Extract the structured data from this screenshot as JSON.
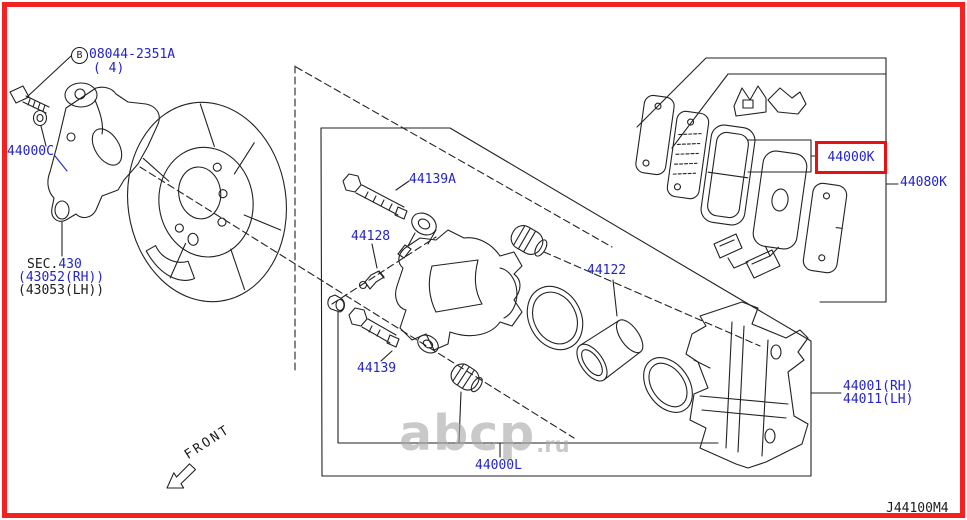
{
  "colors": {
    "label_blue": "#2424c8",
    "line_black": "#1c1c1c",
    "frame_red": "#f32222",
    "highlight_red": "#e81010",
    "watermark_gray": "#a9a9a9"
  },
  "callouts": {
    "bolt_circle_letter": "B",
    "bolt_part": "08044-2351A",
    "bolt_qty": "( 4)",
    "washer": "44000C",
    "sec_prefix": "SEC.",
    "sec_number": "430",
    "sec_rh": "(43052(RH))",
    "sec_lh": "(43053(LH))",
    "pin_bolt_upper": "44139A",
    "bleeder": "44128",
    "piston": "44122",
    "pin_bolt_lower": "44139",
    "caliper_kit": "44000L",
    "pad_kit_highlight": "44000K",
    "pad_hardware_kit": "44080K",
    "assembly_rh": "44001(RH)",
    "assembly_lh": "44011(LH)"
  },
  "diagram": {
    "front_label": "FRONT",
    "drawing_code": "J44100M4"
  },
  "watermark": {
    "name": "abcp",
    "tld": ".ru"
  }
}
